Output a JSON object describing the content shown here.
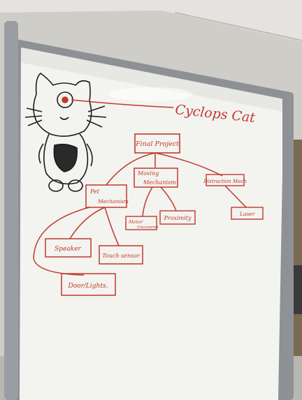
{
  "title": "Cyclops Cat",
  "nodes": {
    "final_project": "Final Project",
    "moving_mechanism_line1": "Moving",
    "moving_mechanism_line2": "Mechanism",
    "distraction_mech": "Distraction Mech",
    "pet_mechanism_line1": "Pet",
    "pet_mechanism_line2": "Mechanism",
    "motor_line1": "Motor",
    "motor_line2": "Uncovered",
    "proximity": "Proximity",
    "laser": "Laser",
    "speaker": "Speaker",
    "touch_sensor": "Touch sensor",
    "door_lights": "Door/Lights."
  },
  "colors": {
    "marker_red": "#c0392b",
    "marker_black": "#1c1c1c",
    "board": "#f3f3f0",
    "frame": "#8d9196"
  }
}
